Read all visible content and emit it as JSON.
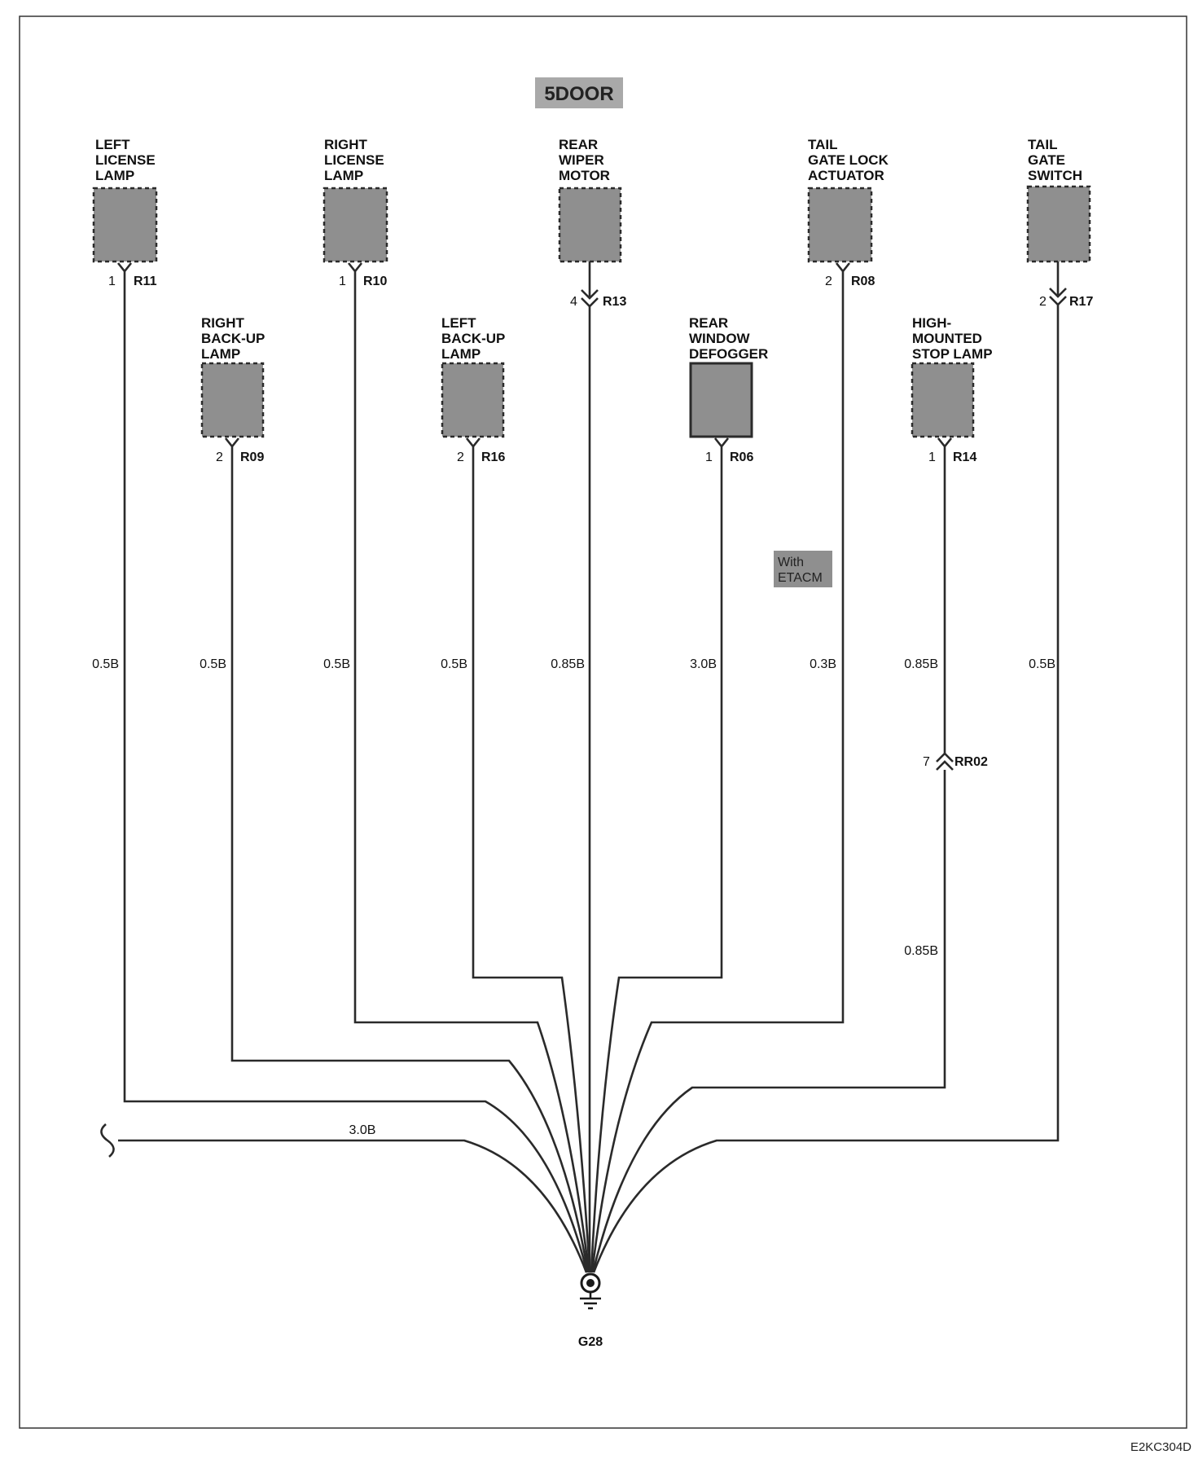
{
  "title": "5DOOR",
  "condition_label": [
    "With",
    "ETACM"
  ],
  "ground": {
    "id": "G28",
    "wire": "3.0B"
  },
  "drawing_code": "E2KC304D",
  "colors": {
    "component_fill": "#8f8f8f",
    "title_fill": "#a9a9a9",
    "wire": "#2a2a2a"
  },
  "components": [
    {
      "name": [
        "LEFT",
        "LICENSE",
        "LAMP"
      ],
      "pin": "1",
      "connector": "R11",
      "wire": "0.5B"
    },
    {
      "name": [
        "RIGHT",
        "BACK-UP",
        "LAMP"
      ],
      "pin": "2",
      "connector": "R09",
      "wire": "0.5B"
    },
    {
      "name": [
        "RIGHT",
        "LICENSE",
        "LAMP"
      ],
      "pin": "1",
      "connector": "R10",
      "wire": "0.5B"
    },
    {
      "name": [
        "LEFT",
        "BACK-UP",
        "LAMP"
      ],
      "pin": "2",
      "connector": "R16",
      "wire": "0.5B"
    },
    {
      "name": [
        "REAR",
        "WIPER",
        "MOTOR"
      ],
      "pin": "4",
      "connector": "R13",
      "wire": "0.85B"
    },
    {
      "name": [
        "REAR",
        "WINDOW",
        "DEFOGGER"
      ],
      "pin": "1",
      "connector": "R06",
      "wire": "3.0B"
    },
    {
      "name": [
        "TAIL",
        "GATE LOCK",
        "ACTUATOR"
      ],
      "pin": "2",
      "connector": "R08",
      "wire": "0.3B"
    },
    {
      "name": [
        "HIGH-",
        "MOUNTED",
        "STOP LAMP"
      ],
      "pin": "1",
      "connector": "R14",
      "wire": "0.85B",
      "inline": {
        "pin": "7",
        "connector": "RR02",
        "wire_below": "0.85B"
      }
    },
    {
      "name": [
        "TAIL",
        "GATE",
        "SWITCH"
      ],
      "pin": "2",
      "connector": "R17",
      "wire": "0.5B"
    }
  ]
}
